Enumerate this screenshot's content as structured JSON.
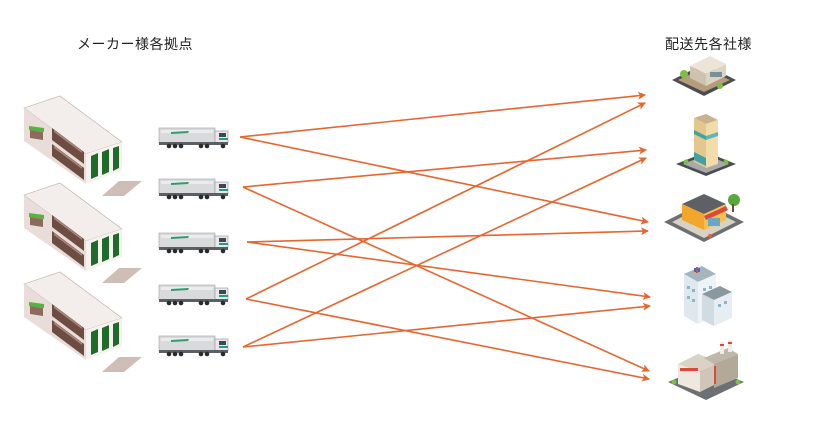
{
  "labels": {
    "origin": "メーカー様各拠点",
    "destination": "配送先各社様"
  },
  "colors": {
    "arrow": "#e8662e",
    "warehouse_roof": "#f3eeec",
    "warehouse_wall": "#e8ddd8",
    "warehouse_door": "#1f6b2a",
    "awning": "#55b43c",
    "shadow": "#c9b7ae"
  },
  "origins": [
    {
      "id": "warehouse-1",
      "type": "warehouse"
    },
    {
      "id": "warehouse-2",
      "type": "warehouse"
    },
    {
      "id": "warehouse-3",
      "type": "warehouse"
    }
  ],
  "trucks": [
    {
      "id": "truck-1"
    },
    {
      "id": "truck-2"
    },
    {
      "id": "truck-3"
    },
    {
      "id": "truck-4"
    },
    {
      "id": "truck-5"
    }
  ],
  "destinations": [
    {
      "id": "house",
      "type": "residence"
    },
    {
      "id": "office-tower",
      "type": "office building"
    },
    {
      "id": "shop",
      "type": "retail store"
    },
    {
      "id": "hospital",
      "type": "hospital"
    },
    {
      "id": "factory",
      "type": "factory"
    }
  ],
  "routes": [
    {
      "from": "truck-1",
      "to": "house",
      "slot": 0
    },
    {
      "from": "truck-1",
      "to": "shop",
      "slot": 0
    },
    {
      "from": "truck-2",
      "to": "office-tower",
      "slot": 0
    },
    {
      "from": "truck-2",
      "to": "factory",
      "slot": 0
    },
    {
      "from": "truck-3",
      "to": "shop",
      "slot": 1
    },
    {
      "from": "truck-3",
      "to": "hospital",
      "slot": 0
    },
    {
      "from": "truck-4",
      "to": "house",
      "slot": 1
    },
    {
      "from": "truck-4",
      "to": "factory",
      "slot": 1
    },
    {
      "from": "truck-5",
      "to": "office-tower",
      "slot": 1
    },
    {
      "from": "truck-5",
      "to": "hospital",
      "slot": 1
    }
  ]
}
